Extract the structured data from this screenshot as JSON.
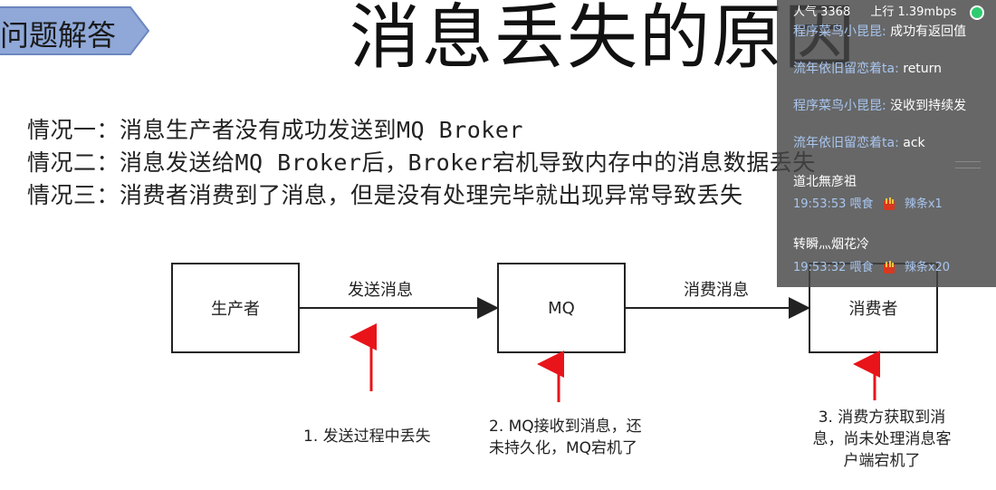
{
  "slide": {
    "section_tag": "问题解答",
    "title": "消息丢失的原因",
    "cases": [
      "情况一：消息生产者没有成功发送到MQ Broker",
      "情况二：消息发送给MQ Broker后，Broker宕机导致内存中的消息数据丢失",
      "情况三：消费者消费到了消息，但是没有处理完毕就出现异常导致丢失"
    ],
    "diagram": {
      "nodes": [
        "生产者",
        "MQ",
        "消费者"
      ],
      "edges": [
        "发送消息",
        "消费消息"
      ],
      "reasons": [
        "1. 发送过程中丢失",
        "2. MQ接收到消息，还\n未持久化，MQ宕机了",
        "3. 消费方获取到消\n息，尚未处理消息客\n户端宕机了"
      ],
      "arrow_color": "#e8141a"
    }
  },
  "stream": {
    "popularity": "人气 3368",
    "upload": "上行 1.39mbps",
    "chat": [
      {
        "user": "程序菜鸟小昆昆:",
        "text": "成功有返回值"
      },
      {
        "user": "流年依旧留恋着ta:",
        "text": "return"
      },
      {
        "user": "程序菜鸟小昆昆:",
        "text": "没收到持续发"
      },
      {
        "user": "流年依旧留恋着ta:",
        "text": "ack"
      }
    ],
    "gifts": [
      {
        "user": "道北無彦祖",
        "time": "19:53:53",
        "action": "喂食",
        "gift": "辣条x1"
      },
      {
        "user": "转瞬灬烟花冷",
        "time": "19:53:32",
        "action": "喂食",
        "gift": "辣条x20"
      }
    ],
    "status_color": "#2ecc71"
  }
}
